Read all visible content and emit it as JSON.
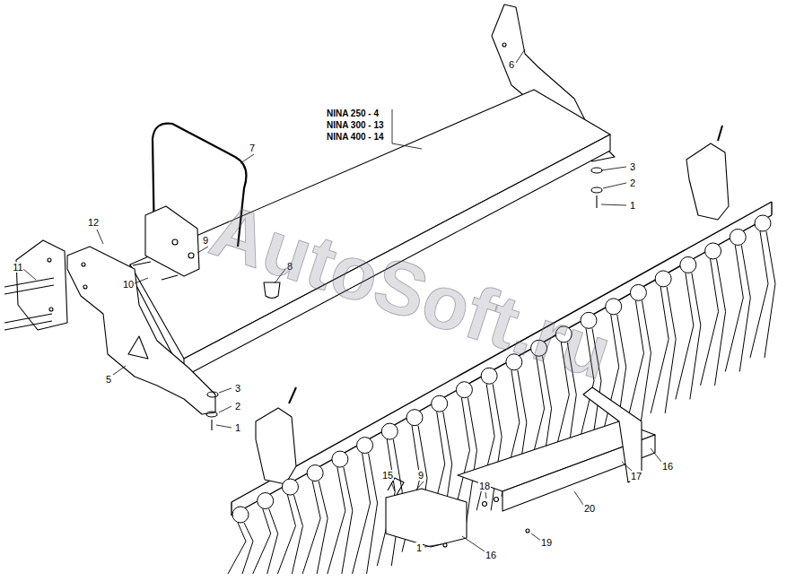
{
  "diagram": {
    "labels": [
      "NINA 250 - 4",
      "NINA 300 - 13",
      "NINA 400 - 14",
      "6",
      "3",
      "2",
      "1",
      "7",
      "12",
      "9",
      "11",
      "10",
      "8",
      "5",
      "3",
      "2",
      "1",
      "15",
      "9",
      "18",
      "16",
      "17",
      "16",
      "1",
      "20",
      "19",
      "AutoSoft.ru"
    ]
  }
}
